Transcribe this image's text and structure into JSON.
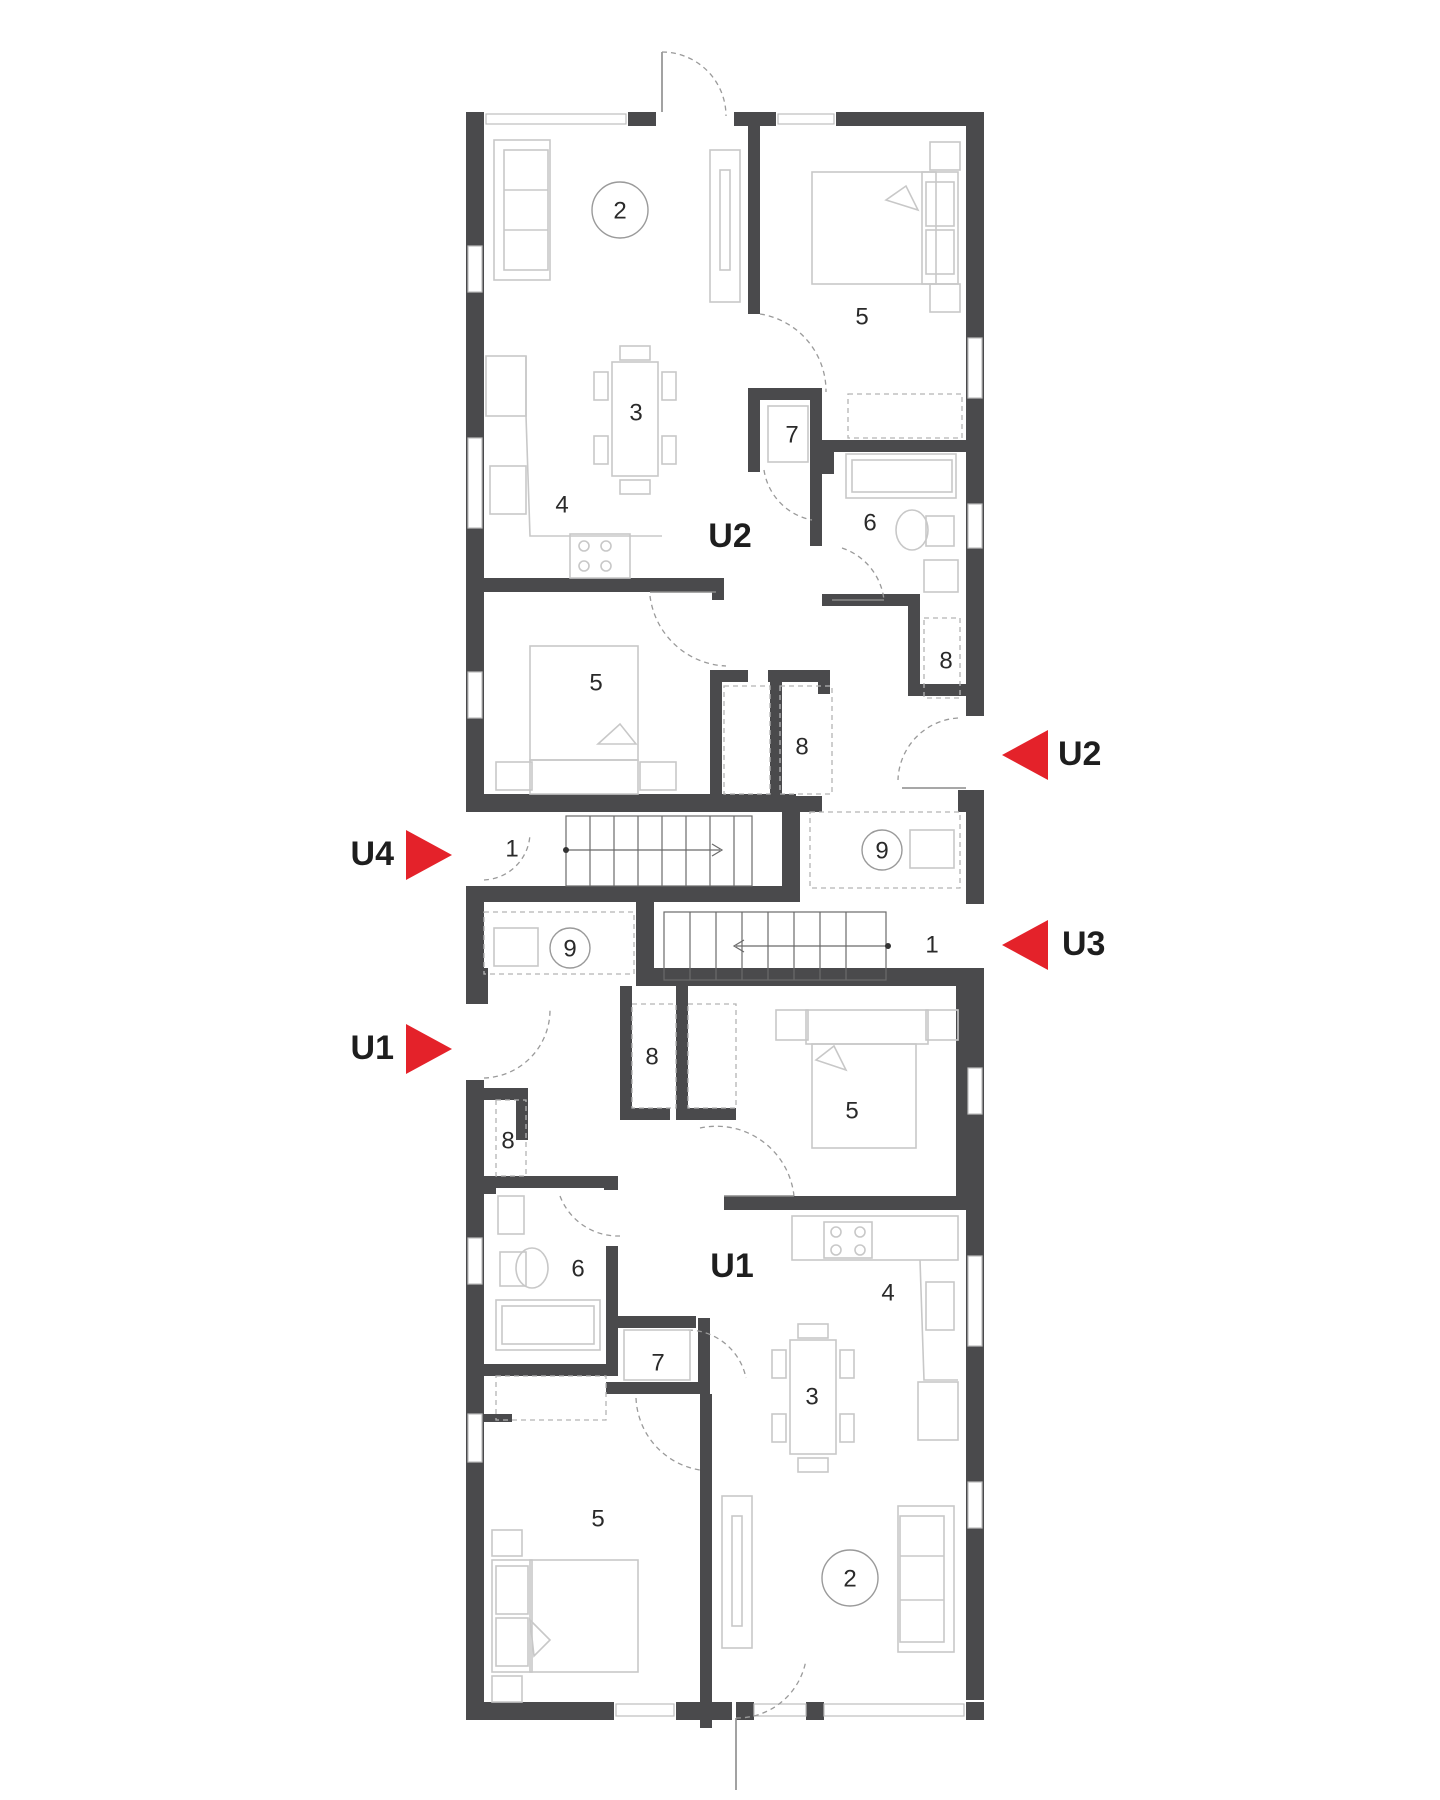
{
  "plan": {
    "units": [
      {
        "id": "u2",
        "label": "U2"
      },
      {
        "id": "u1",
        "label": "U1"
      }
    ],
    "entries": [
      {
        "id": "entry-u4",
        "label": "U4"
      },
      {
        "id": "entry-u1",
        "label": "U1"
      },
      {
        "id": "entry-u2",
        "label": "U2"
      },
      {
        "id": "entry-u3",
        "label": "U3"
      }
    ],
    "rooms": {
      "u2_living": "2",
      "u2_dining": "3",
      "u2_kitchen": "4",
      "u2_bedroom_ne": "5",
      "u2_bedroom_w": "5",
      "u2_bath": "6",
      "u2_laundry": "7",
      "u2_closet_hall": "8",
      "u2_closet_ne": "8",
      "u4_landing": "1",
      "u2_stair_landing": "9",
      "u1_stair_landing": "9",
      "u3_landing": "1",
      "u1_closet_hall": "8",
      "u1_closet_w": "8",
      "u1_bedroom_ne": "5",
      "u1_bath": "6",
      "u1_kitchen": "4",
      "u1_laundry": "7",
      "u1_dining": "3",
      "u1_bedroom_sw": "5",
      "u1_living": "2"
    },
    "colors": {
      "wall": "#4a4a4c",
      "arrow": "#e4222a",
      "furniture": "#c8c8c8"
    }
  }
}
